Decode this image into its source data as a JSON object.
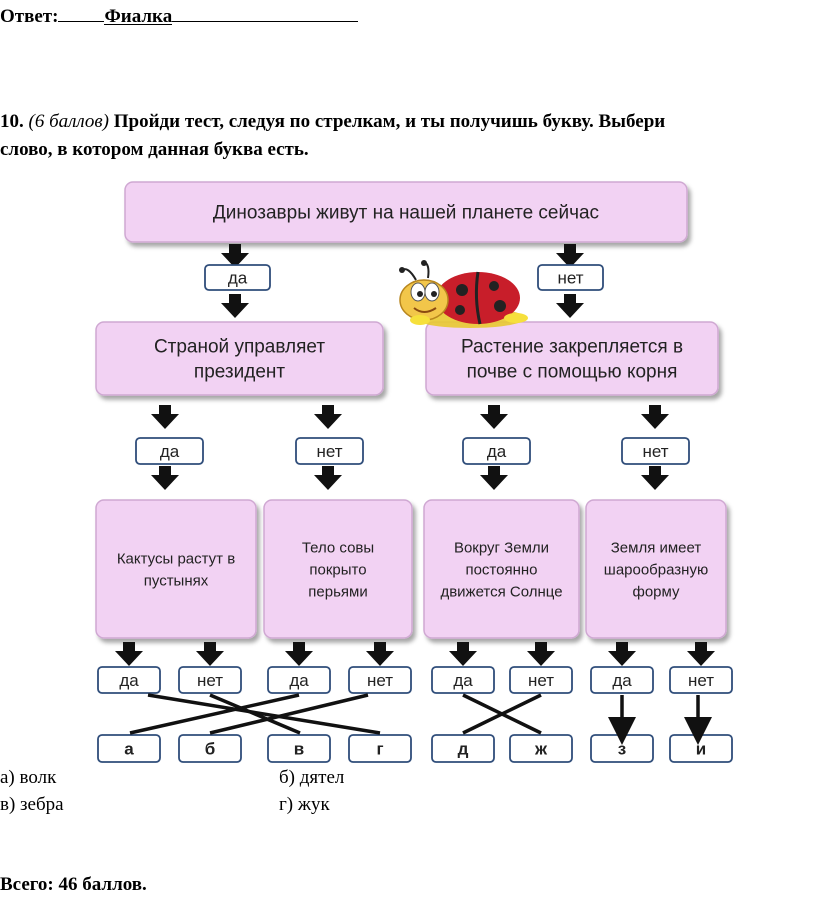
{
  "answer": {
    "label": "Ответ:",
    "value": "Фиалка"
  },
  "task": {
    "number": "10.",
    "points": "(6 баллов)",
    "instruction_line1": "Пройди тест, следуя по стрелкам, и ты получишь букву. Выбери",
    "instruction_line2": "слово, в котором данная буква есть."
  },
  "flow": {
    "q_top": "Динозавры живут на нашей планете сейчас",
    "lvl1_yes": "да",
    "lvl1_no": "нет",
    "q_left": [
      "Страной управляет",
      "президент"
    ],
    "q_right": [
      "Растение закрепляется в",
      "почве с помощью корня"
    ],
    "lvl2_yes": "да",
    "lvl2_no": "нет",
    "q3": [
      [
        "Кактусы растут в",
        "пустынях"
      ],
      [
        "Тело совы",
        "покрыто",
        "перьями"
      ],
      [
        "Вокруг Земли",
        "постоянно",
        "движется Солнце"
      ],
      [
        "Земля имеет",
        "шарообразную",
        "форму"
      ]
    ],
    "lvl3_yes": "да",
    "lvl3_no": "нет",
    "letters": [
      "а",
      "б",
      "в",
      "г",
      "д",
      "ж",
      "з",
      "и"
    ]
  },
  "options": {
    "a": "а) волк",
    "b": "б) дятел",
    "v": "в) зебра",
    "g": "г) жук"
  },
  "total": "Всего: 46 баллов.",
  "colors": {
    "box_fill": "#f2d2f3",
    "box_stroke": "#cfa8d2",
    "small_stroke": "#2f4d7a",
    "arrow": "#111111"
  }
}
